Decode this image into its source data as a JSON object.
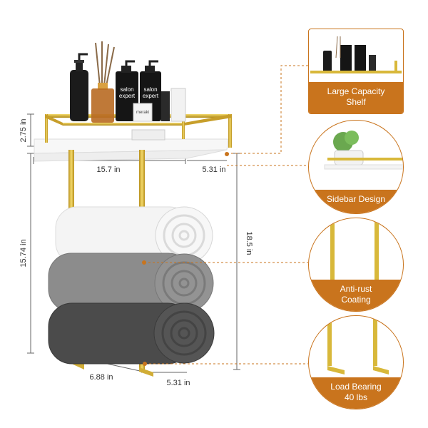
{
  "dimensions": {
    "shelf_height": "2.75 in",
    "shelf_width": "15.7 in",
    "shelf_depth": "5.31 in",
    "rack_height_left": "15.74 in",
    "rack_height_right": "18.5 in",
    "bottom_width": "6.88 in",
    "bottom_depth": "5.31 in"
  },
  "product_labels": {
    "bottle_salon_1": "salon",
    "bottle_expert_1": "expert",
    "bottle_salon_2": "salon",
    "bottle_expert_2": "expert",
    "jar_meraki": "meraki"
  },
  "features": [
    {
      "line1": "Large Capacity",
      "line2": "Shelf"
    },
    {
      "line1": "Sidebar Design",
      "line2": ""
    },
    {
      "line1": "Anti-rust",
      "line2": "Coating"
    },
    {
      "line1": "Load Bearing",
      "line2": "40 lbs"
    }
  ],
  "colors": {
    "accent_orange": "#c9741d",
    "gold": "#d8b83a",
    "towel_white": "#f4f4f4",
    "towel_grey": "#8c8c8c",
    "towel_dark": "#4b4b4b"
  }
}
